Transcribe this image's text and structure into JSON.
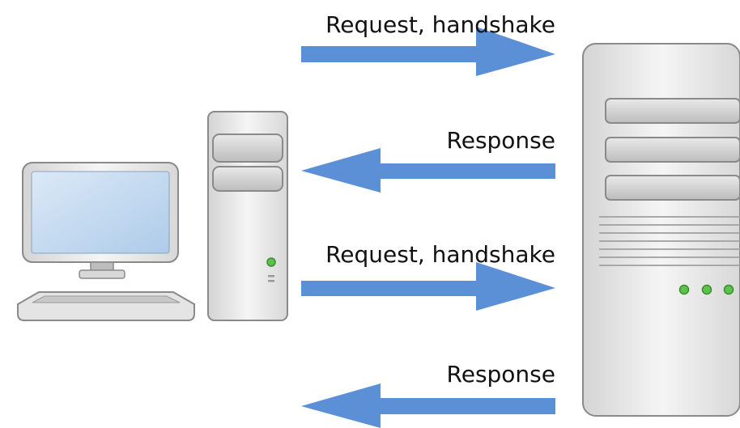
{
  "diagram": {
    "messages": [
      {
        "label": "Request, handshake",
        "direction": "client-to-server"
      },
      {
        "label": "Response",
        "direction": "server-to-client"
      },
      {
        "label": "Request, handshake",
        "direction": "client-to-server"
      },
      {
        "label": "Response",
        "direction": "server-to-client"
      }
    ]
  },
  "colors": {
    "arrow": "#5b8fd6",
    "screen": "#c6dcf2",
    "case_light": "#f0f0f0",
    "case_dark": "#9a9a9a",
    "led": "#5cc24a"
  }
}
